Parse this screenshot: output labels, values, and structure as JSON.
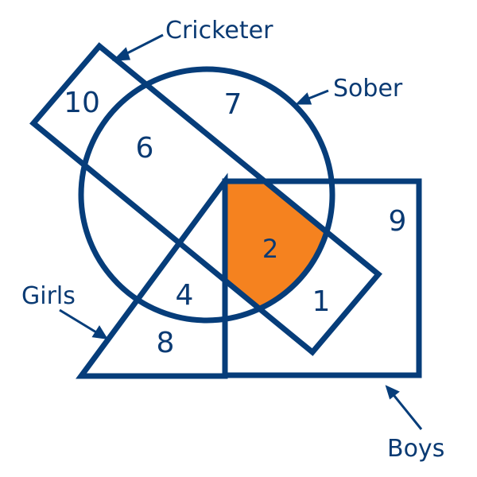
{
  "colors": {
    "outline": "#063d7a",
    "highlight": "#f5821f",
    "text": "#0a3a73"
  },
  "sets": {
    "cricketer": "Cricketer",
    "sober": "Sober",
    "girls": "Girls",
    "boys": "Boys"
  },
  "regions": {
    "cricketer_only": "10",
    "sober_only": "7",
    "sober_cricketer": "6",
    "boys_only": "9",
    "boys_sober_cricketer": "2",
    "girls_sober": "4",
    "boys_cricketer": "1",
    "girls_only": "8"
  }
}
